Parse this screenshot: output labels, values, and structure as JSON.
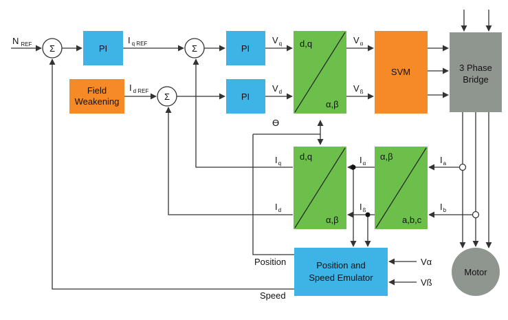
{
  "colors": {
    "pi_block": "#3db3e6",
    "transform_block": "#6cbf4a",
    "orange_block": "#f58a27",
    "bridge_block": "#8f968f",
    "motor": "#8f968f",
    "wire": "#333333"
  },
  "inputs": {
    "n_ref": "N",
    "n_ref_sub": "REF",
    "v_alpha_in": "Vα",
    "v_beta_in": "Vß"
  },
  "sums": {
    "symbol": "Σ"
  },
  "blocks": {
    "pi_speed": "PI",
    "pi_iq": "PI",
    "pi_id": "PI",
    "field_weakening": [
      "Field",
      "Weakening"
    ],
    "park_inverse": {
      "top": "d,q",
      "bottom": "α,β"
    },
    "svm": "SVM",
    "bridge": [
      "3 Phase",
      "Bridge"
    ],
    "park": {
      "top": "d,q",
      "bottom": "α,β"
    },
    "clarke": {
      "top": "α,β",
      "bottom": "a,b,c"
    },
    "emulator": [
      "Position and",
      "Speed Emulator"
    ],
    "motor": "Motor"
  },
  "signals": {
    "iq_ref": "I",
    "iq_ref_sub": "q REF",
    "id_ref": "I",
    "id_ref_sub": "d REF",
    "vq": "V",
    "vq_sub": "q",
    "vd": "V",
    "vd_sub": "d",
    "v_alpha": "V",
    "v_alpha_sub": "α",
    "v_beta": "V",
    "v_beta_sub": "ß",
    "theta": "ϴ",
    "iq": "I",
    "iq_sub": "q",
    "id": "I",
    "id_sub": "d",
    "i_alpha": "I",
    "i_alpha_sub": "α",
    "i_beta": "I",
    "i_beta_sub": "ß",
    "ia": "I",
    "ia_sub": "a",
    "ib": "I",
    "ib_sub": "b",
    "position": "Position",
    "speed": "Speed"
  }
}
